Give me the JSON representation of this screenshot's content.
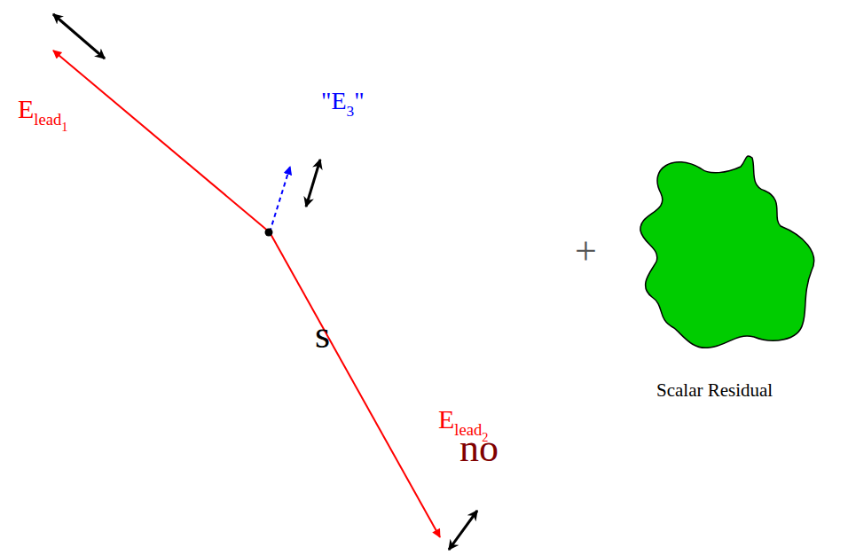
{
  "diagram": {
    "labels": [
      "Elead1",
      "\"E3\"",
      "+",
      "s",
      "Scalar Residual",
      "no",
      "Elead2"
    ]
  }
}
